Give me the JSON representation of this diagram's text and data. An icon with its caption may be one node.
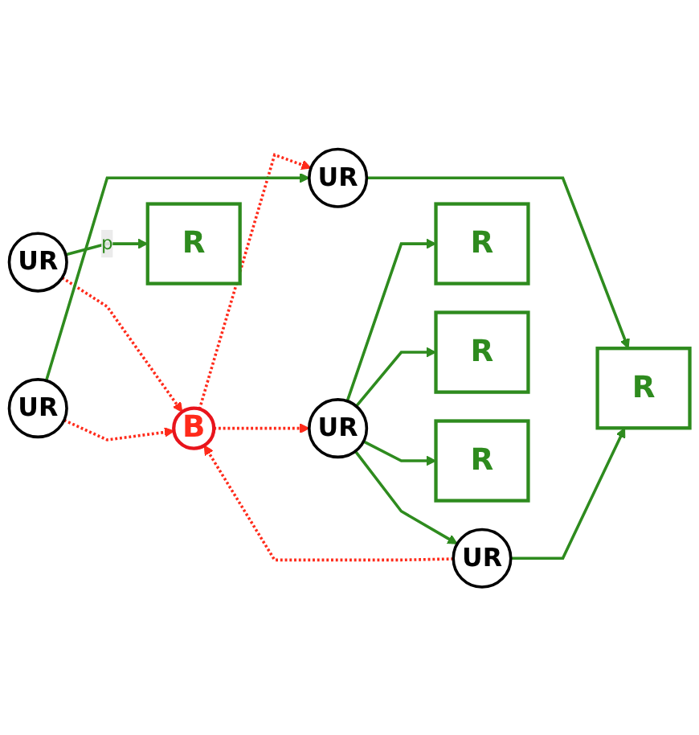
{
  "diagram": {
    "nodes": [
      {
        "text": [
          "B"
        ]
      },
      {
        "text": [
          "UR"
        ]
      },
      {
        "text": [
          "UR"
        ]
      },
      {
        "text": [
          "UR"
        ]
      },
      {
        "text": [
          "UR"
        ]
      },
      {
        "text": [
          "UR"
        ]
      },
      {
        "text": [
          "R"
        ]
      },
      {
        "text": [
          "R"
        ]
      },
      {
        "text": [
          "R"
        ]
      },
      {
        "text": [
          "R"
        ]
      },
      {
        "text": [
          "R"
        ]
      }
    ],
    "edges": [
      {
        "from": 1,
        "to": 0,
        "arrow": "to",
        "style": "dashed",
        "color": "#ff2a1a"
      },
      {
        "from": 0,
        "to": 2,
        "arrow": "to",
        "style": "dashed",
        "color": "#ff2a1a"
      },
      {
        "from": 3,
        "to": 0,
        "arrow": "to",
        "style": "dashed",
        "color": "#ff2a1a"
      },
      {
        "from": 4,
        "to": 0,
        "arrow": "to",
        "style": "dashed",
        "color": "#ff2a1a"
      },
      {
        "from": 0,
        "to": 5,
        "arrow": "to",
        "style": "dashed",
        "color": "#ff2a1a"
      },
      {
        "from": 3,
        "to": 2,
        "arrow": "to"
      },
      {
        "from": 5,
        "to": 4,
        "arrow": "to"
      },
      {
        "from": 1,
        "to": 6,
        "arrow": "to",
        "label": "p"
      },
      {
        "from": 2,
        "to": 7,
        "arrow": "to"
      },
      {
        "from": 4,
        "to": 7,
        "arrow": "to"
      },
      {
        "from": 5,
        "to": 8,
        "arrow": "to"
      },
      {
        "from": 5,
        "to": 9,
        "arrow": "to"
      },
      {
        "from": 5,
        "to": 10,
        "arrow": "to"
      }
    ]
  }
}
